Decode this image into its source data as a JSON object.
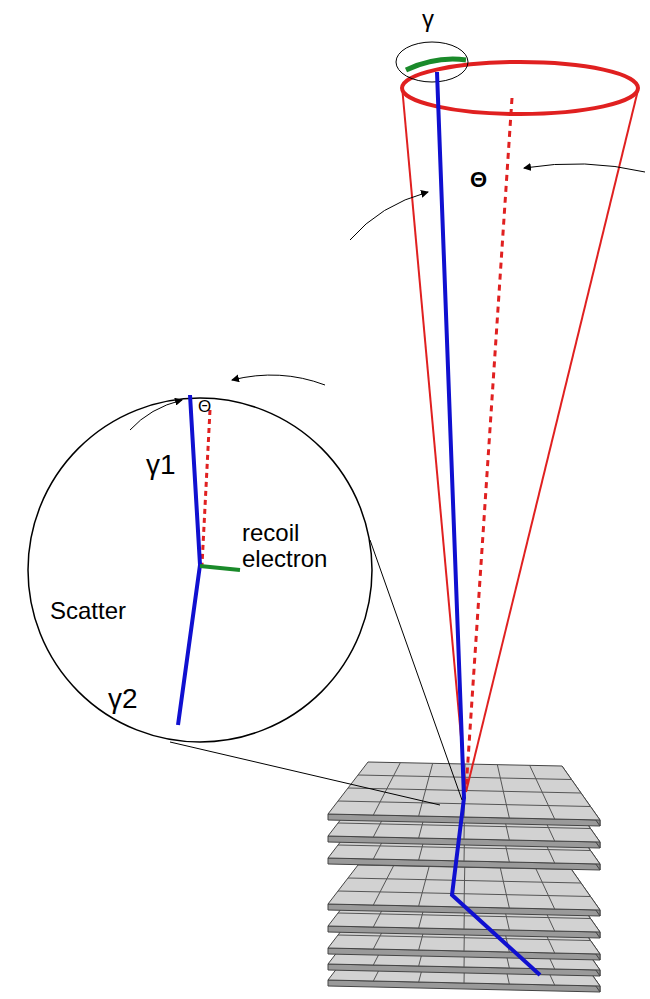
{
  "diagram": {
    "nodes": [
      {
        "text": [
          "Θ",
          "γ1",
          "recoil electron",
          "Scatter",
          "γ2"
        ]
      }
    ],
    "labels": [
      "γ",
      "Θ"
    ]
  }
}
